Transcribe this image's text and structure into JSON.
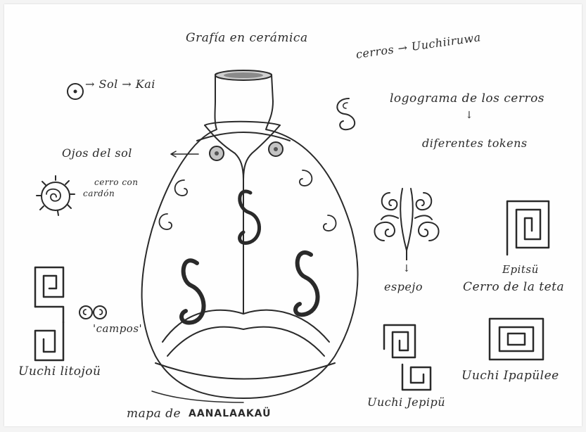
{
  "labels": {
    "title": "Grafía en cerámica",
    "sun_arrow": "→ Sol → Kai",
    "cerros_arrow": "cerros → Uuchiiruwa",
    "logograma": "logograma de los cerros",
    "down_arrow_1": "↓",
    "diferentes": "diferentes tokens",
    "ojos": "Ojos del sol",
    "cerro_con": "cerro con",
    "cardon": "cardón",
    "espejo_arrow": "↓",
    "espejo": "espejo",
    "epitsu": "Epitsü",
    "cerro_teta": "Cerro de la teta",
    "campos": "'campos'",
    "uuchi_litojou": "Uuchi litojoü",
    "uuchi_jepipu": "Uuchi Jepipü",
    "uuchi_ipapulee": "Uuchi Ipapülee",
    "mapa": "mapa de",
    "aanalaakau": "AANALAAKAÜ"
  },
  "icons": {
    "vessel": "clay-vessel-drawing",
    "sun": "sun-circle-icon",
    "spiral_s": "cerro-spiral-icon",
    "cactus_hill": "cerro-con-cardon-icon",
    "mirror": "espejo-icon",
    "square_spiral": "square-spiral-icon",
    "double_spiral": "campos-spiral-icon"
  },
  "colors": {
    "ink": "#2a2a2a",
    "paper": "#fefefe"
  }
}
